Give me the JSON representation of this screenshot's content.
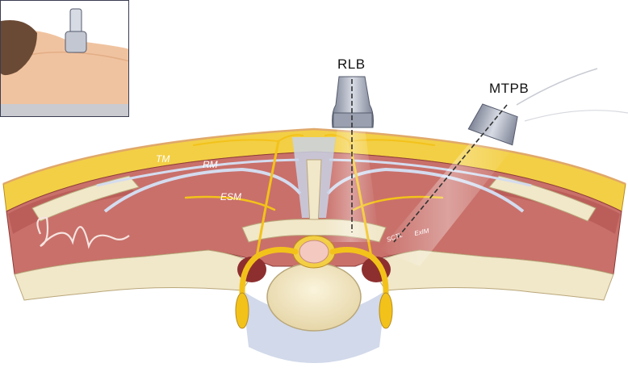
{
  "figure": {
    "probe_labels": {
      "rlb": "RLB",
      "mtpb": "MTPB"
    },
    "tissue_labels": {
      "tm": "TM",
      "rm": "RM",
      "esm": "ESM",
      "sctl": "SCTL",
      "exim": "ExIM"
    },
    "colors": {
      "muscle": "#c9706a",
      "muscle_dark": "#a94c48",
      "fat": "#f3cf45",
      "fascia": "#c9d2e6",
      "bone": "#f1e7c9",
      "nerve": "#f3c21a",
      "probe": "#9aa0b0",
      "inset_border": "#3a3d52",
      "skin": "#f0c3a0"
    },
    "icons": [
      "ultrasound-probe-icon",
      "needle-icon"
    ]
  }
}
